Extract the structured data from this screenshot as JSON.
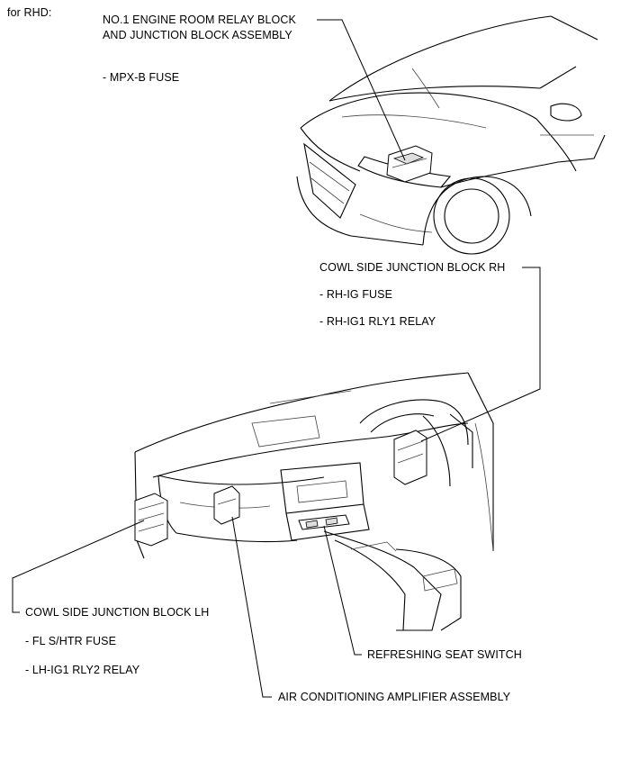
{
  "header": {
    "note": "for RHD:"
  },
  "callouts": {
    "engine_room_block": {
      "title_line1": "NO.1 ENGINE ROOM RELAY BLOCK",
      "title_line2": "AND JUNCTION BLOCK ASSEMBLY",
      "items": [
        "- MPX-B FUSE"
      ]
    },
    "cowl_rh": {
      "title": "COWL SIDE JUNCTION BLOCK RH",
      "items": [
        "- RH-IG FUSE",
        "- RH-IG1 RLY1 RELAY"
      ]
    },
    "cowl_lh": {
      "title": "COWL SIDE JUNCTION BLOCK LH",
      "items": [
        "- FL S/HTR FUSE",
        "- LH-IG1 RLY2 RELAY"
      ]
    },
    "seat_switch": {
      "title": "REFRESHING SEAT SWITCH"
    },
    "ac_amplifier": {
      "title": "AIR CONDITIONING AMPLIFIER ASSEMBLY"
    }
  }
}
